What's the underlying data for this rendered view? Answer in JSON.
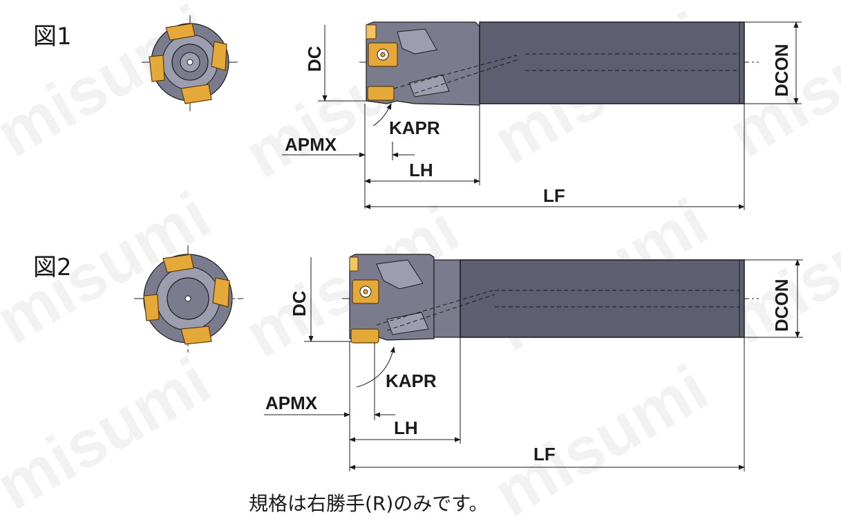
{
  "figures": [
    {
      "label": "図1"
    },
    {
      "label": "図2"
    }
  ],
  "dimension_labels": {
    "dc": "DC",
    "dcon": "DCON",
    "kapr": "KAPR",
    "apmx": "APMX",
    "lh": "LH",
    "lf": "LF"
  },
  "watermark": "misumi",
  "caption": "規格は右勝手(R)のみです。",
  "colors": {
    "tool_body": "#5d5e70",
    "insert": "#e5a93a",
    "line": "#1a1a1a"
  }
}
